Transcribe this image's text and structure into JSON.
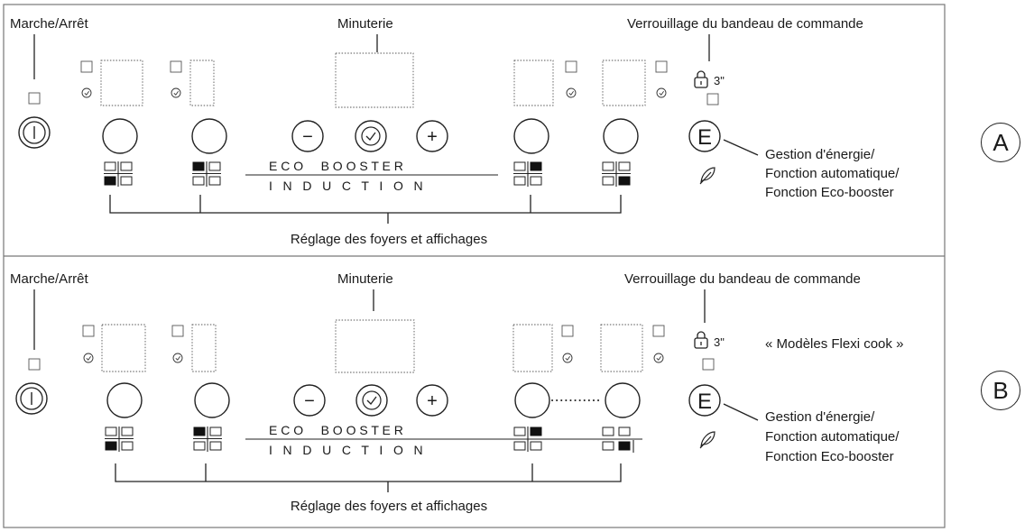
{
  "panel_a": {
    "power_label": "Marche/Arrêt",
    "timer_label": "Minuterie",
    "lock_label": "Verrouillage du bandeau de commande",
    "lock_time": "3\"",
    "strip_top": "E C O     B O O S T E R",
    "strip_bottom": "I   N   D   U   C   T   I   O   N",
    "minus_symbol": "−",
    "plus_symbol": "+",
    "energy_symbol": "E",
    "energy_label_lines": [
      "Gestion d'énergie/",
      "Fonction automatique/",
      "Fonction Eco-booster"
    ],
    "zones_label": "Réglage des foyers et affichages",
    "badge": "A"
  },
  "panel_b": {
    "power_label": "Marche/Arrêt",
    "timer_label": "Minuterie",
    "lock_label": "Verrouillage du bandeau de commande",
    "lock_time": "3\"",
    "flexi_label": "« Modèles Flexi cook »",
    "strip_top": "E C O     B O O S T E R",
    "strip_bottom": "I   N   D   U   C   T   I   O   N",
    "minus_symbol": "−",
    "plus_symbol": "+",
    "energy_symbol": "E",
    "energy_label_lines": [
      "Gestion d'énergie/",
      "Fonction automatique/",
      "Fonction Eco-booster"
    ],
    "zones_label": "Réglage des foyers et affichages",
    "badge": "B"
  },
  "icons": {
    "timer_indicator": "clock-icon",
    "lock": "padlock-icon",
    "eco": "leaf-icon",
    "power": "power-icon"
  },
  "colors": {
    "line": "#222222",
    "dotted": "#555555",
    "frame": "#777777"
  }
}
